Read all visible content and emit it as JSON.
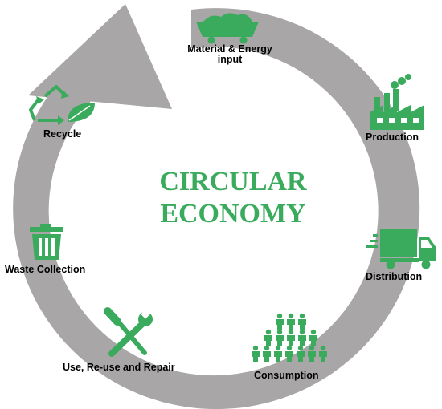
{
  "title": {
    "line1": "CIRCULAR",
    "line2": "ECONOMY"
  },
  "stages": [
    {
      "label": "Material & Energy Input",
      "line1": "Material & Energy",
      "line2": "input",
      "icon": "mine-cart-icon"
    },
    {
      "label": "Production",
      "icon": "factory-icon"
    },
    {
      "label": "Distribution",
      "icon": "delivery-truck-icon"
    },
    {
      "label": "Consumption",
      "icon": "people-crowd-icon"
    },
    {
      "label": "Use, Re-use and Repair",
      "icon": "wrench-screwdriver-icon"
    },
    {
      "label": "Waste Collection",
      "icon": "trash-bin-icon"
    },
    {
      "label": "Recycle",
      "icon": "recycle-leaf-icon"
    }
  ],
  "colors": {
    "ring": "#a8a6a6",
    "accent": "#3aaa5c",
    "label": "#000000"
  }
}
